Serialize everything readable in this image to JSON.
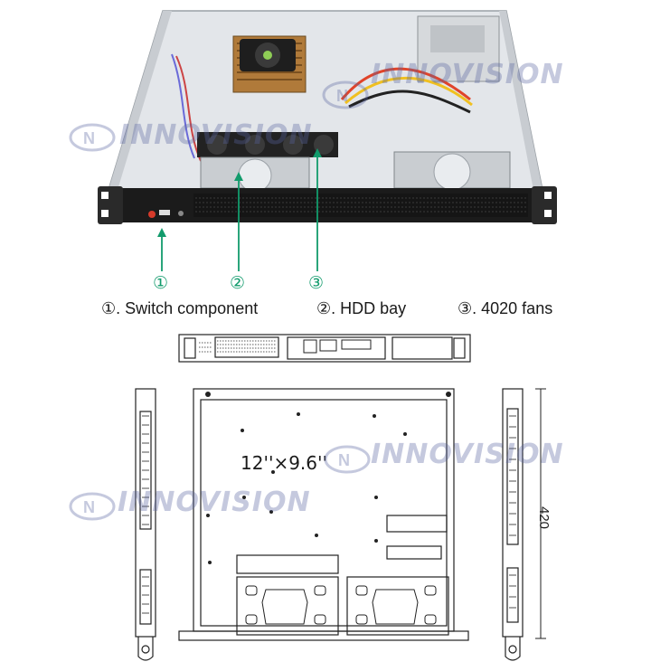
{
  "callouts": [
    {
      "marker": "①",
      "label": "①. Switch component"
    },
    {
      "marker": "②",
      "label": "②. HDD bay"
    },
    {
      "marker": "③",
      "label": "③. 4020 fans"
    }
  ],
  "dimensions": {
    "board": "12''×9.6''",
    "depth": "420"
  },
  "watermark": "INNOVISION",
  "colors": {
    "accent": "#129b6c",
    "chassis": "#2b2b2b",
    "watermark": "#5a64a0"
  }
}
